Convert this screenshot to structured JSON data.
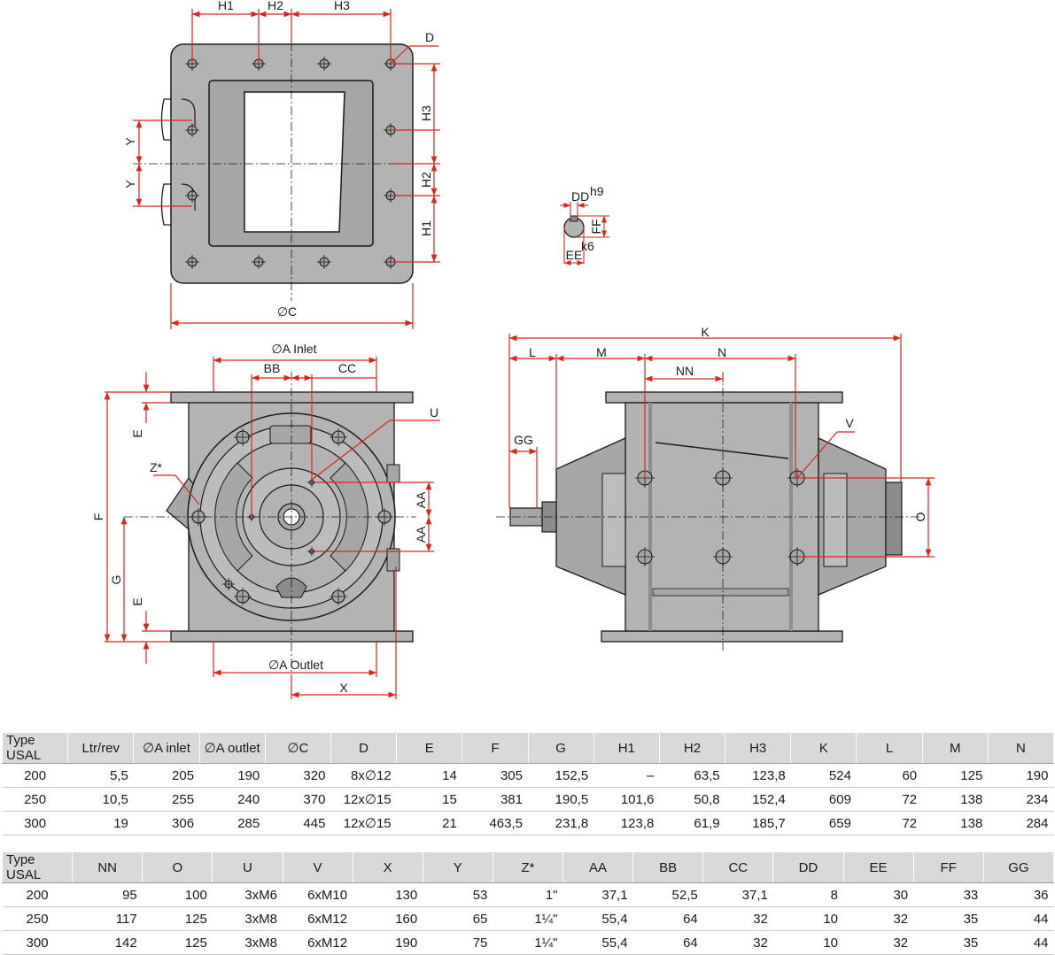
{
  "drawing": {
    "labels": {
      "H1": "H1",
      "H2": "H2",
      "H3": "H3",
      "D": "D",
      "Y": "Y",
      "C": "∅C",
      "DD": "DD",
      "h9": "h9",
      "FF": "FF",
      "k6": "k6",
      "EE": "EE",
      "A_inlet": "∅A Inlet",
      "BB": "BB",
      "CC": "CC",
      "U": "U",
      "E": "E",
      "Z": "Z*",
      "F": "F",
      "AA": "AA",
      "G": "G",
      "A_outlet": "∅A Outlet",
      "X": "X",
      "K": "K",
      "L": "L",
      "M": "M",
      "N": "N",
      "NN": "NN",
      "GG": "GG",
      "V": "V",
      "O": "O"
    },
    "colors": {
      "body": "#b3b3b3",
      "dark": "#8c8c8c",
      "line": "#1a1a1a",
      "dimension": "#d9261c"
    }
  },
  "table1": {
    "headers": [
      "Type USAL",
      "Ltr/rev",
      "∅A inlet",
      "∅A outlet",
      "∅C",
      "D",
      "E",
      "F",
      "G",
      "H1",
      "H2",
      "H3",
      "K",
      "L",
      "M",
      "N"
    ],
    "rows": [
      [
        "200",
        "5,5",
        "205",
        "190",
        "320",
        "8x∅12",
        "14",
        "305",
        "152,5",
        "–",
        "63,5",
        "123,8",
        "524",
        "60",
        "125",
        "190"
      ],
      [
        "250",
        "10,5",
        "255",
        "240",
        "370",
        "12x∅15",
        "15",
        "381",
        "190,5",
        "101,6",
        "50,8",
        "152,4",
        "609",
        "72",
        "138",
        "234"
      ],
      [
        "300",
        "19",
        "306",
        "285",
        "445",
        "12x∅15",
        "21",
        "463,5",
        "231,8",
        "123,8",
        "61,9",
        "185,7",
        "659",
        "72",
        "138",
        "284"
      ]
    ]
  },
  "table2": {
    "headers": [
      "Type USAL",
      "NN",
      "O",
      "U",
      "V",
      "X",
      "Y",
      "Z*",
      "AA",
      "BB",
      "CC",
      "DD",
      "EE",
      "FF",
      "GG"
    ],
    "rows": [
      [
        "200",
        "95",
        "100",
        "3xM6",
        "6xM10",
        "130",
        "53",
        "1\"",
        "37,1",
        "52,5",
        "37,1",
        "8",
        "30",
        "33",
        "36"
      ],
      [
        "250",
        "117",
        "125",
        "3xM8",
        "6xM12",
        "160",
        "65",
        "1¼\"",
        "55,4",
        "64",
        "32",
        "10",
        "32",
        "35",
        "44"
      ],
      [
        "300",
        "142",
        "125",
        "3xM8",
        "6xM12",
        "190",
        "75",
        "1¼\"",
        "55,4",
        "64",
        "32",
        "10",
        "32",
        "35",
        "44"
      ]
    ]
  }
}
